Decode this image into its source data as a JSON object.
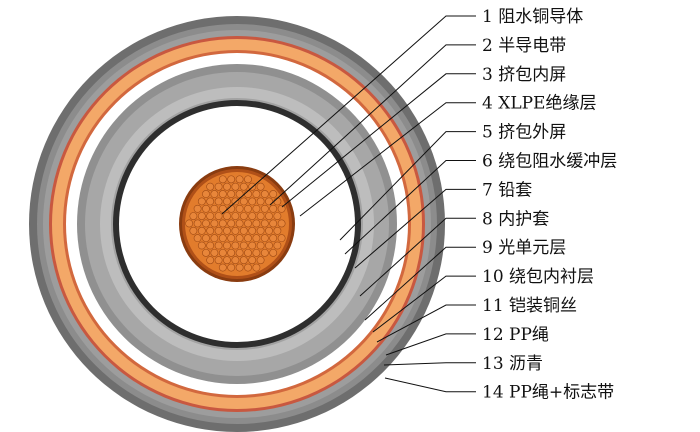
{
  "layers": [
    {
      "num": "1",
      "name": "阻水铜导体"
    },
    {
      "num": "2",
      "name": "半导电带"
    },
    {
      "num": "3",
      "name": "挤包内屏"
    },
    {
      "num": "4",
      "name": "XLPE绝缘层"
    },
    {
      "num": "5",
      "name": "挤包外屏"
    },
    {
      "num": "6",
      "name": "绕包阻水缓冲层"
    },
    {
      "num": "7",
      "name": "铅套"
    },
    {
      "num": "8",
      "name": "内护套"
    },
    {
      "num": "9",
      "name": "光单元层"
    },
    {
      "num": "10",
      "name": "绕包内衬层"
    },
    {
      "num": "11",
      "name": "铠装铜丝"
    },
    {
      "num": "12",
      "name": "PP绳"
    },
    {
      "num": "13",
      "name": "沥青"
    },
    {
      "num": "14",
      "name": "PP绳+标志带"
    }
  ],
  "colors": {
    "copper": "#e07a2a",
    "copper_dark": "#9a4a12",
    "gray_light": "#b8b8b8",
    "gray_mid": "#8f8f8f",
    "gray_dark": "#6a6a6a",
    "black_ring": "#2b2b2b",
    "orange_band": "#f2a66a",
    "red_line": "#c84a3a",
    "white": "#ffffff"
  }
}
